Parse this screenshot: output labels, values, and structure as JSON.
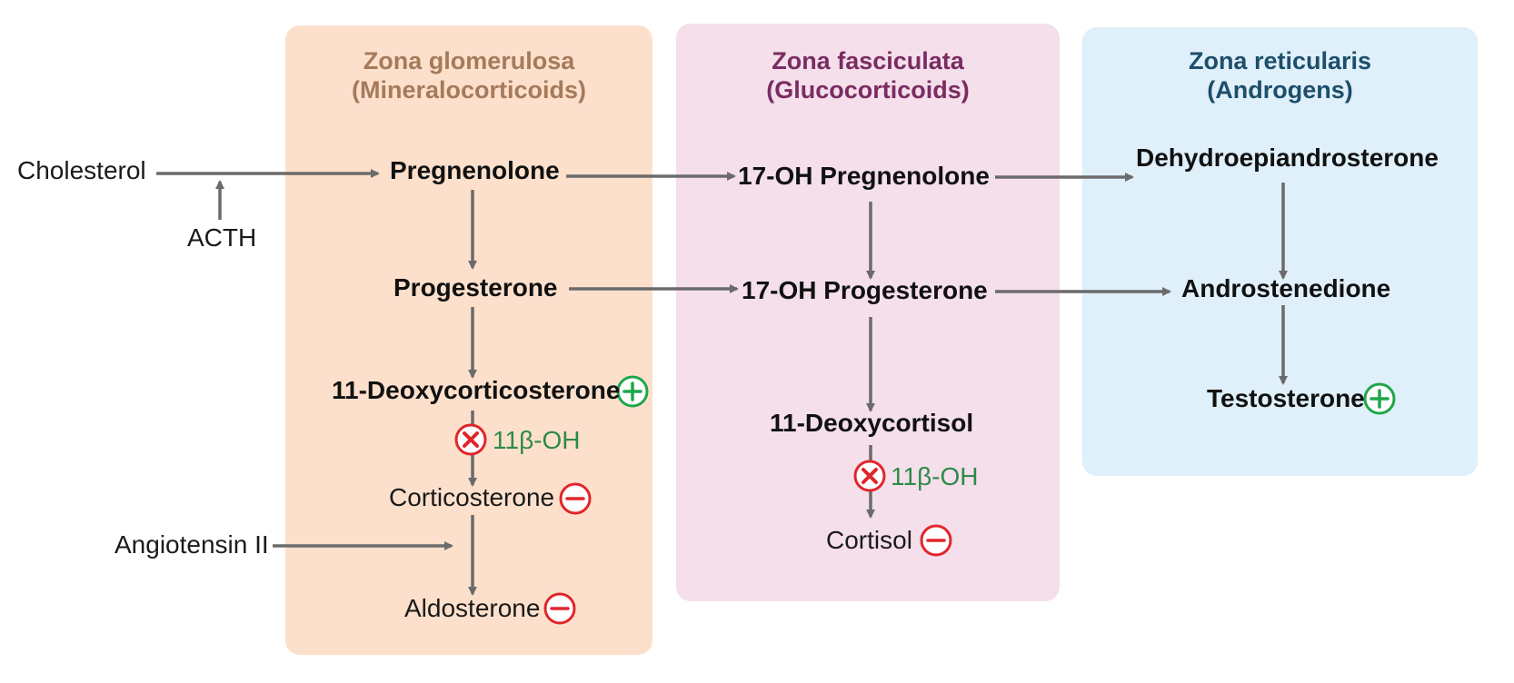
{
  "zones": {
    "glomerulosa": {
      "title": "Zona glomerulosa",
      "subtitle": "(Mineralocorticoids)"
    },
    "fasciculata": {
      "title": "Zona fasciculata",
      "subtitle": "(Glucocorticoids)"
    },
    "reticularis": {
      "title": "Zona reticularis",
      "subtitle": "(Androgens)"
    }
  },
  "inputs": {
    "cholesterol": "Cholesterol",
    "acth": "ACTH",
    "angiotensin": "Angiotensin II"
  },
  "glomerulosa": {
    "pregnenolone": "Pregnenolone",
    "progesterone": "Progesterone",
    "deoxycorticosterone": "11-Deoxycorticosterone",
    "enzyme": "11β-OH",
    "corticosterone": "Corticosterone",
    "aldosterone": "Aldosterone"
  },
  "fasciculata": {
    "oh_pregnenolone": "17-OH Pregnenolone",
    "oh_progesterone": "17-OH Progesterone",
    "deoxycortisol": "11-Deoxycortisol",
    "enzyme": "11β-OH",
    "cortisol": "Cortisol"
  },
  "reticularis": {
    "dhea": "Dehydroepiandrosterone",
    "androstenedione": "Androstenedione",
    "testosterone": "Testosterone"
  },
  "colors": {
    "glomerulosa_bg": "#fde0cc",
    "glomerulosa_title": "#a57a5a",
    "fasciculata_bg": "#f4dfeb",
    "fasciculata_title": "#7a2c62",
    "reticularis_bg": "#dff0fb",
    "reticularis_title": "#1d4e6a",
    "arrow": "#6b6b6b",
    "plus": "#1fa64a",
    "minus": "#e0262a",
    "enzyme_text": "#2e8a4a"
  }
}
